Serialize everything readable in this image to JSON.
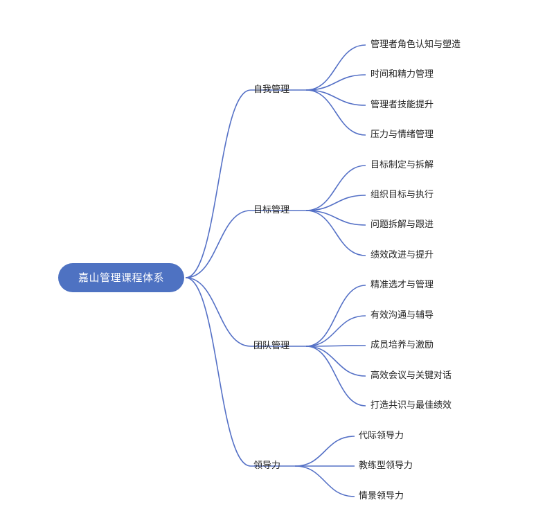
{
  "root": {
    "label": "嘉山管理课程体系"
  },
  "branches": [
    {
      "label": "自我管理",
      "children": [
        "管理者角色认知与塑造",
        "时间和精力管理",
        "管理者技能提升",
        "压力与情绪管理"
      ]
    },
    {
      "label": "目标管理",
      "children": [
        "目标制定与拆解",
        "组织目标与执行",
        "问题拆解与跟进",
        "绩效改进与提升"
      ]
    },
    {
      "label": "团队管理",
      "children": [
        "精准选才与管理",
        "有效沟通与辅导",
        "成员培养与激励",
        "高效会议与关键对话",
        "打造共识与最佳绩效"
      ]
    },
    {
      "label": "领导力",
      "children": [
        "代际领导力",
        "教练型领导力",
        "情景领导力"
      ]
    }
  ],
  "colors": {
    "line": "#5470c6",
    "root_fill": "#4e72c2",
    "text": "#222222"
  }
}
